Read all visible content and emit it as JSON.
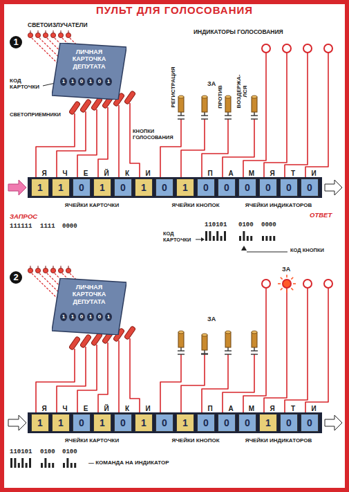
{
  "diagram": {
    "title": "ПУЛЬТ ДЛЯ ГОЛОСОВАНИЯ",
    "nodes": [
      {
        "text": [
          "ЛИЧНАЯ КАРТОЧКА ДЕПУТАТА"
        ]
      },
      {
        "text": [
          "1"
        ]
      },
      {
        "text": [
          "1"
        ]
      },
      {
        "text": [
          "0"
        ]
      },
      {
        "text": [
          "1"
        ]
      },
      {
        "text": [
          "0"
        ]
      },
      {
        "text": [
          "1"
        ]
      },
      {
        "text": [
          "0"
        ]
      },
      {
        "text": [
          "1"
        ]
      },
      {
        "text": [
          "0"
        ]
      },
      {
        "text": [
          "0"
        ]
      },
      {
        "text": [
          "0"
        ]
      },
      {
        "text": [
          "0"
        ]
      },
      {
        "text": [
          "0"
        ]
      },
      {
        "text": [
          "0"
        ]
      },
      {
        "text": [
          "ЛИЧНАЯ КАРТОЧКА ДЕПУТАТА"
        ]
      },
      {
        "text": [
          "1"
        ]
      },
      {
        "text": [
          "1"
        ]
      },
      {
        "text": [
          "0"
        ]
      },
      {
        "text": [
          "1"
        ]
      },
      {
        "text": [
          "0"
        ]
      },
      {
        "text": [
          "1"
        ]
      },
      {
        "text": [
          "0"
        ]
      },
      {
        "text": [
          "1"
        ]
      },
      {
        "text": [
          "0"
        ]
      },
      {
        "text": [
          "0"
        ]
      },
      {
        "text": [
          "0"
        ]
      },
      {
        "text": [
          "1"
        ]
      },
      {
        "text": [
          "0"
        ]
      },
      {
        "text": [
          "0"
        ]
      }
    ],
    "labels": [
      "1",
      "СВЕТОИЗЛУЧАТЕЛИ",
      "ИНДИКАТОРЫ ГОЛОСОВАНИЯ",
      "1",
      "1",
      "0",
      "1",
      "0",
      "1",
      "КОД КАРТОЧКИ",
      "СВЕТОПРИЕМНИКИ",
      "РЕГИСТРАЦИЯ",
      "ЗА",
      "ПРОТИВ",
      "ВОЗДЕРЖА-ЛСЯ",
      "КНОПКИ ГОЛОСОВАНИЯ",
      "Я",
      "Ч",
      "Е",
      "Й",
      "К",
      "И",
      "П",
      "А",
      "М",
      "Я",
      "Т",
      "И",
      "ЯЧЕЙКИ КАРТОЧКИ",
      "ЯЧЕЙКИ КНОПОК",
      "ЯЧЕЙКИ ИНДИКАТОРОВ",
      "ЗАПРОС",
      "111111",
      "1111",
      "0000",
      "ОТВЕТ",
      "110101",
      "0100",
      "0000",
      "КОД КАРТОЧКИ",
      "КОД КНОПКИ",
      "2",
      "1",
      "1",
      "0",
      "1",
      "0",
      "1",
      "ЗА",
      "ЗА",
      "Я",
      "Ч",
      "Е",
      "Й",
      "К",
      "И",
      "П",
      "А",
      "М",
      "Я",
      "Т",
      "И",
      "ЯЧЕЙКИ КАРТОЧКИ",
      "ЯЧЕЙКИ КНОПОК",
      "ЯЧЕЙКИ ИНДИКАТОРОВ",
      "110101",
      "0100",
      "0100",
      "— КОМАНДА НА ИНДИКАТОР"
    ]
  }
}
